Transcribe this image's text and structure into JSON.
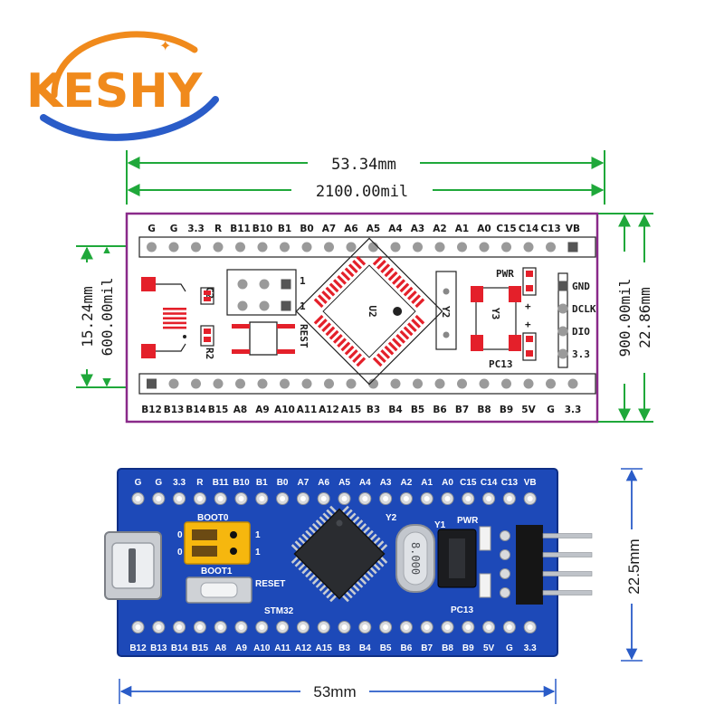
{
  "logo": {
    "text": "KESHY"
  },
  "colors": {
    "dimension": "#1fa83a",
    "outline": "#8a2a8a",
    "pad_red": "#e4202a",
    "board_blue": "#1d49b8",
    "header_black": "#151515",
    "jumper_yellow": "#f6b70e",
    "logo_orange": "#f08a1c",
    "logo_blue": "#2a5cc8"
  },
  "diagram": {
    "width_mm": "53.34mm",
    "width_mil": "2100.00mil",
    "row_spacing_mm": "15.24mm",
    "row_spacing_mil": "600.00mil",
    "height_mil": "900.00mil",
    "height_mm": "22.86mm",
    "top_pins": [
      "G",
      "G",
      "3.3",
      "R",
      "B11",
      "B10",
      "B1",
      "B0",
      "A7",
      "A6",
      "A5",
      "A4",
      "A3",
      "A2",
      "A1",
      "A0",
      "C15",
      "C14",
      "C13",
      "VB"
    ],
    "bottom_pins": [
      "B12",
      "B13",
      "B14",
      "B15",
      "A8",
      "A9",
      "A10",
      "A11",
      "A12",
      "A15",
      "B3",
      "B4",
      "B5",
      "B6",
      "B7",
      "B8",
      "B9",
      "5V",
      "G",
      "3.3"
    ],
    "silk": {
      "c2": "C2",
      "r2": "R2",
      "rest": "REST",
      "u2": "U2",
      "y2": "Y2",
      "y3": "Y3",
      "pwr": "PWR",
      "pc13": "PC13",
      "one_a": "1",
      "one_b": "1",
      "plus_a": "+",
      "plus_b": "+"
    },
    "swd": [
      "GND",
      "DCLK",
      "DIO",
      "3.3"
    ]
  },
  "photo": {
    "top_pins": [
      "G",
      "G",
      "3.3",
      "R",
      "B11",
      "B10",
      "B1",
      "B0",
      "A7",
      "A6",
      "A5",
      "A4",
      "A3",
      "A2",
      "A1",
      "A0",
      "C15",
      "C14",
      "C13",
      "VB"
    ],
    "bottom_pins": [
      "B12",
      "B13",
      "B14",
      "B15",
      "A8",
      "A9",
      "A10",
      "A11",
      "A12",
      "A15",
      "B3",
      "B4",
      "B5",
      "B6",
      "B7",
      "B8",
      "B9",
      "5V",
      "G",
      "3.3"
    ],
    "labels": {
      "boot0": "BOOT0",
      "boot1": "BOOT1",
      "reset": "RESET",
      "stm32": "STM32",
      "y2": "Y2",
      "y1": "Y1",
      "pwr": "PWR",
      "pc13": "PC13",
      "crystal": "8.000",
      "zero_a": "0",
      "zero_b": "0",
      "one_a": "1",
      "one_b": "1"
    },
    "width_label": "53mm",
    "height_label": "22.5mm"
  }
}
